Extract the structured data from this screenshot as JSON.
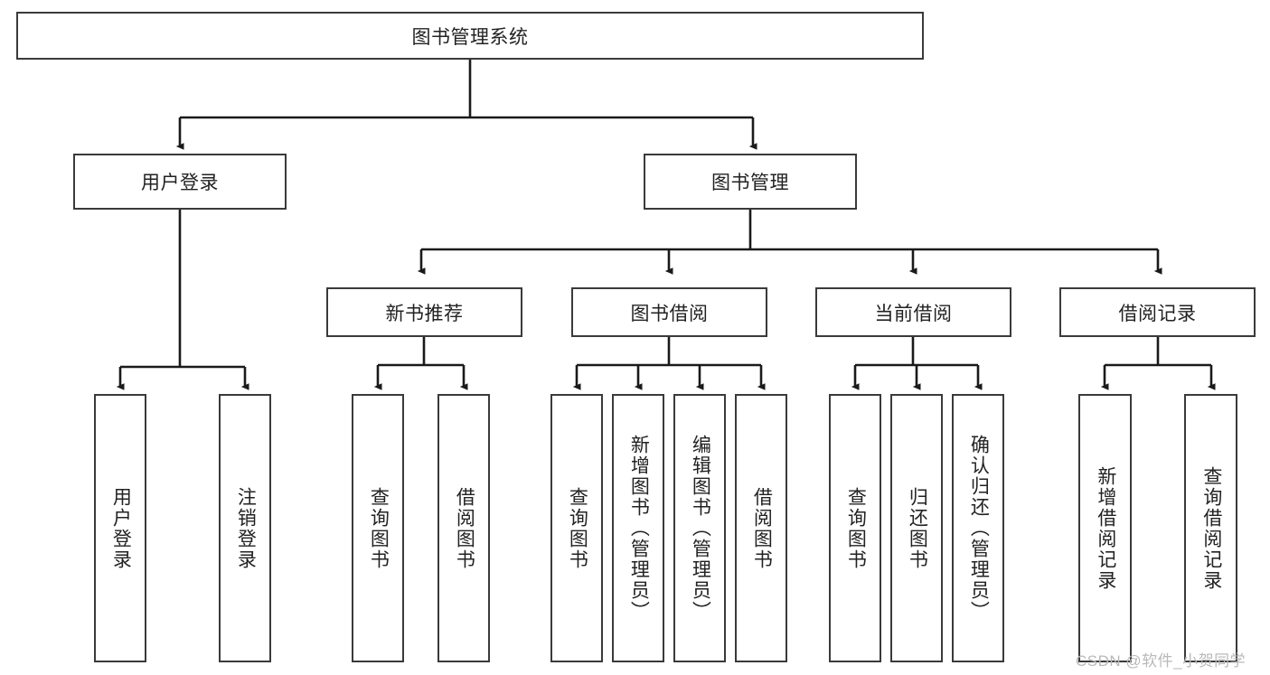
{
  "diagram": {
    "type": "tree-hierarchy-chart",
    "title": "图书管理系统",
    "watermark": "CSDN @软件_小贺同学",
    "colors": {
      "box_border": "#3a3a3a",
      "box_fill": "#ffffff",
      "line": "#1a1a1a",
      "text": "#222222",
      "watermark": "#b9b9b9"
    },
    "nodes": {
      "root": {
        "label": "图书管理系统",
        "orientation": "horizontal"
      },
      "level2": [
        {
          "id": "user-login",
          "label": "用户登录",
          "orientation": "horizontal"
        },
        {
          "id": "book-manage",
          "label": "图书管理",
          "orientation": "horizontal"
        }
      ],
      "level3": [
        {
          "id": "new-book-recommend",
          "label": "新书推荐",
          "orientation": "horizontal"
        },
        {
          "id": "book-borrow",
          "label": "图书借阅",
          "orientation": "horizontal"
        },
        {
          "id": "current-borrow",
          "label": "当前借阅",
          "orientation": "horizontal"
        },
        {
          "id": "borrow-record",
          "label": "借阅记录",
          "orientation": "horizontal"
        }
      ],
      "leaves": {
        "user_login": [
          {
            "id": "leaf-user-login",
            "label": "用户登录",
            "orientation": "vertical"
          },
          {
            "id": "leaf-user-logout",
            "label": "注销登录",
            "orientation": "vertical"
          }
        ],
        "new_book_recommend": [
          {
            "id": "leaf-query-book-1",
            "label": "查询图书",
            "orientation": "vertical"
          },
          {
            "id": "leaf-borrow-book-1",
            "label": "借阅图书",
            "orientation": "vertical"
          }
        ],
        "book_borrow": [
          {
            "id": "leaf-query-book-2",
            "label": "查询图书",
            "orientation": "vertical"
          },
          {
            "id": "leaf-add-book",
            "label": "新增图书（管理员）",
            "orientation": "vertical"
          },
          {
            "id": "leaf-edit-book",
            "label": "编辑图书（管理员）",
            "orientation": "vertical"
          },
          {
            "id": "leaf-borrow-book-2",
            "label": "借阅图书",
            "orientation": "vertical"
          }
        ],
        "current_borrow": [
          {
            "id": "leaf-query-book-3",
            "label": "查询图书",
            "orientation": "vertical"
          },
          {
            "id": "leaf-return-book",
            "label": "归还图书",
            "orientation": "vertical"
          },
          {
            "id": "leaf-confirm-return",
            "label": "确认归还（管理员）",
            "orientation": "vertical"
          }
        ],
        "borrow_record": [
          {
            "id": "leaf-add-record",
            "label": "新增借阅记录",
            "orientation": "vertical"
          },
          {
            "id": "leaf-query-record",
            "label": "查询借阅记录",
            "orientation": "vertical"
          }
        ]
      }
    }
  }
}
